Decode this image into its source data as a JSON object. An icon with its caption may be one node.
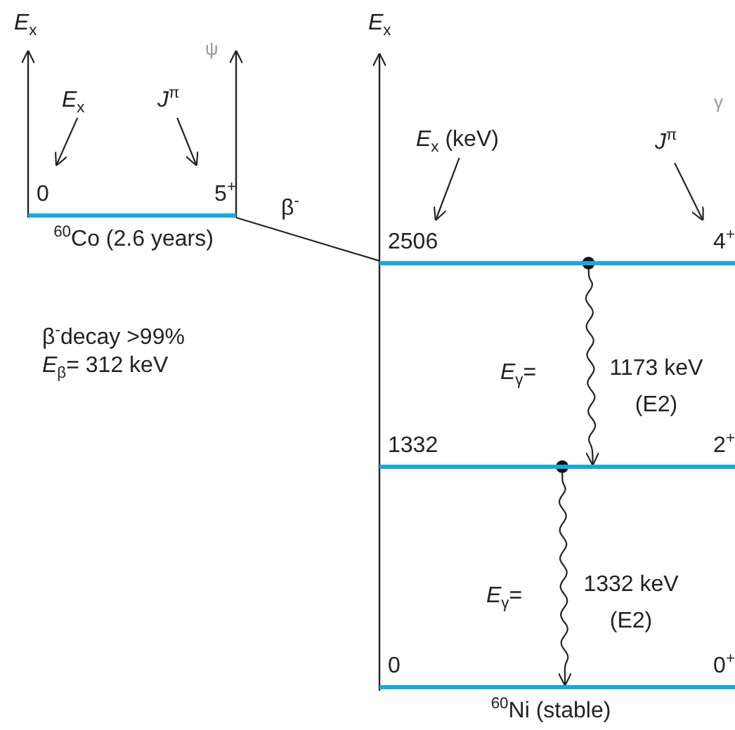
{
  "diagram": {
    "nodes": [
      {
        "text": [
          "0",
          "5$^{+}$"
        ],
        "beside": [
          "$^{60}$Co (2.6 years)"
        ]
      },
      {
        "text": [
          "2506",
          "4$^{+}$"
        ]
      },
      {
        "text": [
          "1332",
          "2$^{+}$"
        ]
      },
      {
        "text": [
          "0",
          "0$^{+}$"
        ],
        "beside": [
          "$^{60}$Ni (stable)"
        ]
      },
      {
        "text": [
          "*E*$_{x}$"
        ]
      },
      {
        "text": [
          "*J*$^{π}$"
        ]
      },
      {
        "text": [
          "*E*$_{x}$ (keV)"
        ]
      },
      {
        "text": [
          "*J*$^{π}$"
        ]
      }
    ],
    "edges": [
      {
        "from": 0,
        "to": 1,
        "arrow": "none",
        "label": "β$^{-}$"
      },
      {
        "from": 1,
        "to": 2,
        "arrow": "to",
        "label": "1173 keV (E2)"
      },
      {
        "from": 2,
        "to": 3,
        "arrow": "to",
        "label": "1332 keV (E2)"
      },
      {
        "from": 4,
        "to": 0,
        "arrow": "to"
      },
      {
        "from": 5,
        "to": 0,
        "arrow": "to"
      },
      {
        "from": 6,
        "to": 1,
        "arrow": "to"
      },
      {
        "from": 7,
        "to": 1,
        "arrow": "to"
      }
    ],
    "labels": [
      "*E*$_{x}$",
      "ψ",
      "*E*$_{x}$",
      "γ",
      "β$^{-}$decay >99%",
      "*E*$_{β}$= 312 keV",
      "*E*$_{γ}$=",
      "*E*$_{γ}$="
    ]
  }
}
